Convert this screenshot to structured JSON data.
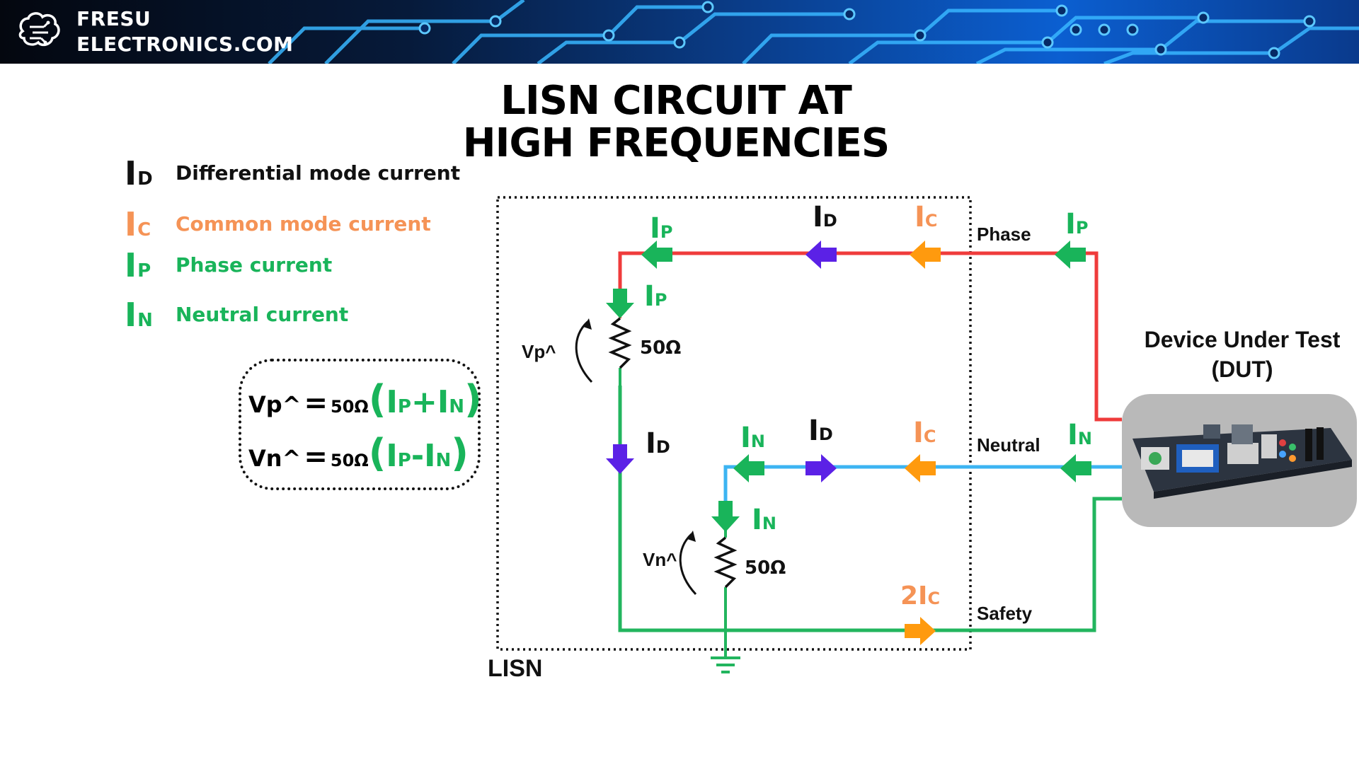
{
  "brand": {
    "line1": "FRESU",
    "line2": "ELECTRONICS.COM",
    "logo_icon": "brain-chip-icon"
  },
  "title": {
    "line1": "LISN CIRCUIT AT",
    "line2": "HIGH FREQUENCIES"
  },
  "legend": [
    {
      "symbol": "I",
      "sub": "D",
      "text": "Differential mode current",
      "color": "#111111"
    },
    {
      "symbol": "I",
      "sub": "C",
      "text": "Common mode current",
      "color": "#f59356"
    },
    {
      "symbol": "I",
      "sub": "P",
      "text": " Phase current",
      "color": "#19b45a"
    },
    {
      "symbol": "I",
      "sub": "N",
      "text": "Neutral current",
      "color": "#19b45a"
    }
  ],
  "equations": {
    "eq1": {
      "lhs": "Vp^",
      "eq": "=",
      "r": "50Ω",
      "open": "(",
      "a": "I",
      "a_sub": "P",
      "op": "+",
      "b": "I",
      "b_sub": "N",
      "close": ")"
    },
    "eq2": {
      "lhs": "Vn^",
      "eq": "=",
      "r": "50Ω",
      "open": "(",
      "a": "I",
      "a_sub": "P",
      "op": "-",
      "b": "I",
      "b_sub": "N",
      "close": ")"
    }
  },
  "circuit": {
    "box_label": "LISN",
    "line_labels": {
      "phase": "Phase",
      "neutral": "Neutral",
      "safety": "Safety"
    },
    "resistor_p": {
      "value": "50Ω",
      "voltage": "Vp^"
    },
    "resistor_n": {
      "value": "50Ω",
      "voltage": "Vn^"
    },
    "current_labels": {
      "ip_top_left": {
        "main": "I",
        "sub": "P"
      },
      "id_top": {
        "main": "I",
        "sub": "D"
      },
      "ic_top": {
        "main": "I",
        "sub": "C"
      },
      "ip_top_right": {
        "main": "I",
        "sub": "P"
      },
      "ip_down": {
        "main": "I",
        "sub": "P"
      },
      "id_down": {
        "main": "I",
        "sub": "D"
      },
      "in_left": {
        "main": "I",
        "sub": "N"
      },
      "id_neutral": {
        "main": "I",
        "sub": "D"
      },
      "ic_neutral": {
        "main": "I",
        "sub": "C"
      },
      "in_right": {
        "main": "I",
        "sub": "N"
      },
      "in_down": {
        "main": "I",
        "sub": "N"
      },
      "ic_safety": {
        "main": "2I",
        "sub": "C"
      }
    },
    "colors": {
      "phase": "#ef3b3b",
      "neutral": "#3cb4f2",
      "safety": "#19b45a",
      "green_arrow": "#19b45a",
      "purple_arrow": "#5b21e6",
      "orange_arrow": "#ff9a0e",
      "wire_green": "#22b55e"
    }
  },
  "dut": {
    "title_line1": "Device Under Test",
    "title_line2": "(DUT)",
    "image_icon": "motherboard-icon"
  }
}
